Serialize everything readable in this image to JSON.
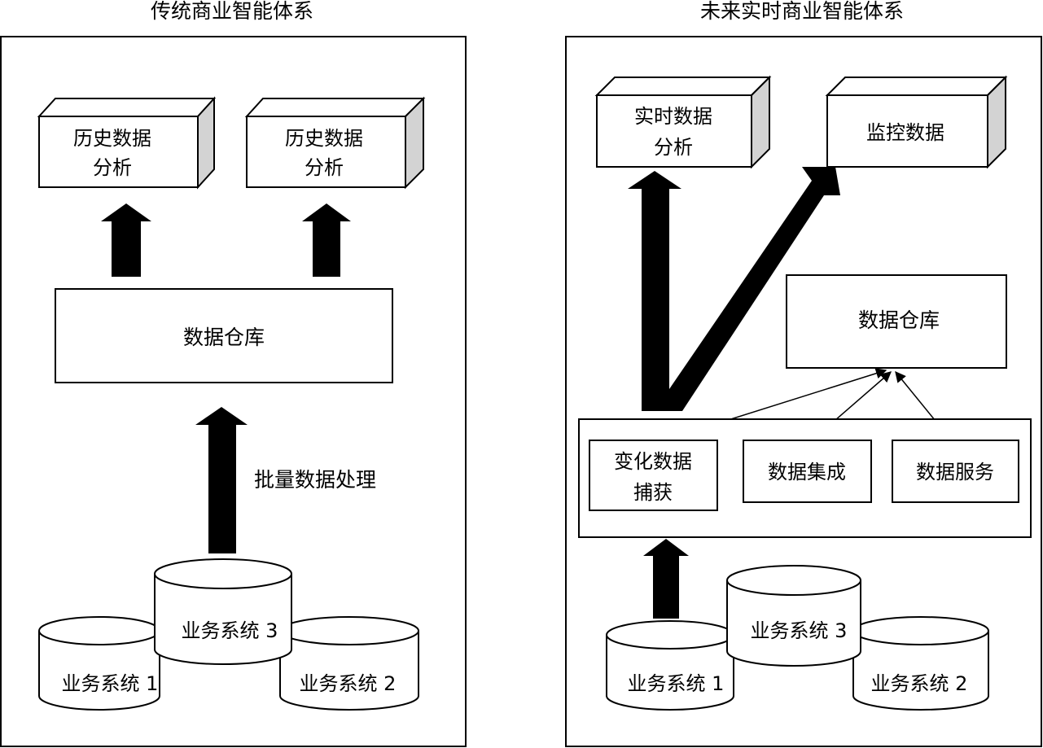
{
  "left": {
    "title": "传统商业智能体系",
    "analysis_boxes": [
      {
        "line1": "历史数据",
        "line2": "分析"
      },
      {
        "line1": "历史数据",
        "line2": "分析"
      }
    ],
    "warehouse": "数据仓库",
    "batch_label": "批量数据处理",
    "sources": [
      {
        "label": "业务系统 1"
      },
      {
        "label": "业务系统 2"
      },
      {
        "label": "业务系统 3"
      }
    ]
  },
  "right": {
    "title": "未来实时商业智能体系",
    "analysis_box": {
      "line1": "实时数据",
      "line2": "分析"
    },
    "monitor_box": "监控数据",
    "warehouse": "数据仓库",
    "middleware": {
      "cdc": {
        "line1": "变化数据",
        "line2": "捕获"
      },
      "integration": "数据集成",
      "service": "数据服务"
    },
    "sources": [
      {
        "label": "业务系统 1"
      },
      {
        "label": "业务系统 2"
      },
      {
        "label": "业务系统 3"
      }
    ]
  },
  "colors": {
    "stroke": "#000000",
    "fill": "#ffffff",
    "side": "#d3d3d3",
    "arrow": "#000000"
  }
}
